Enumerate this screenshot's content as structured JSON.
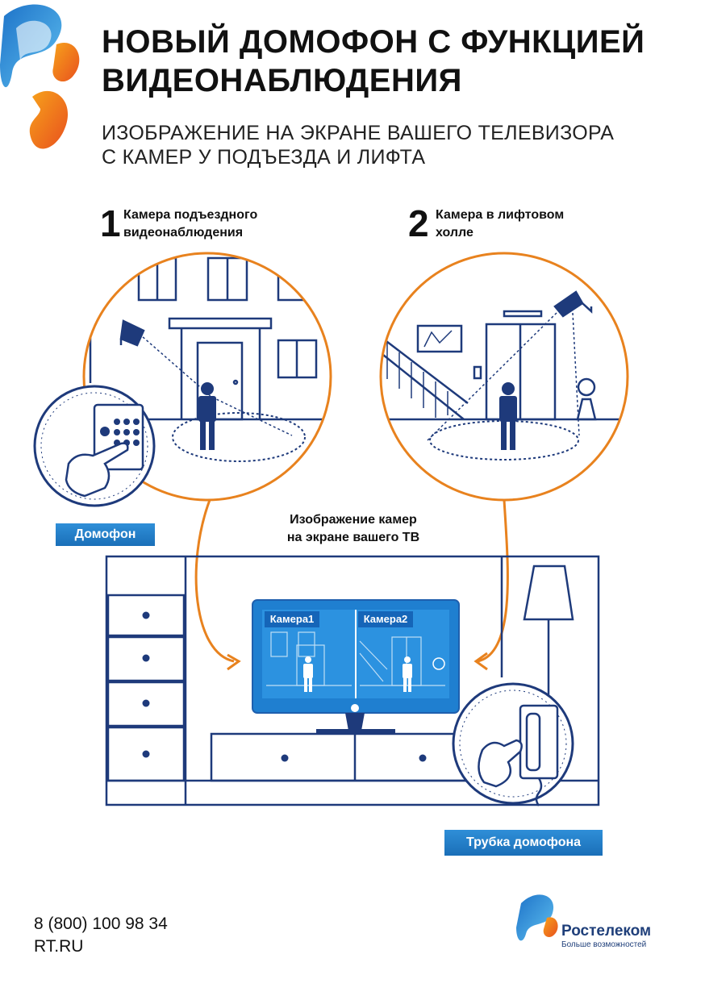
{
  "header": {
    "title_line1": "НОВЫЙ ДОМОФОН С ФУНКЦИЕЙ",
    "title_line2": "ВИДЕОНАБЛЮДЕНИЯ",
    "subtitle_line1": "ИЗОБРАЖЕНИЕ НА ЭКРАНЕ ВАШЕГО ТЕЛЕВИЗОРА",
    "subtitle_line2": "С КАМЕР У ПОДЪЕЗДА И ЛИФТА"
  },
  "steps": [
    {
      "number": "1",
      "line1": "Камера подъездного",
      "line2": "видеонаблюдения"
    },
    {
      "number": "2",
      "line1": "Камера в лифтовом",
      "line2": "холле"
    }
  ],
  "labels": {
    "intercom": "Домофон",
    "handset": "Трубка домофона",
    "tv_caption_line1": "Изображение камер",
    "tv_caption_line2": "на экране вашего ТВ"
  },
  "tv_screen": {
    "camera1": "Камера1",
    "camera2": "Камера2"
  },
  "contacts": {
    "phone": "8 (800) 100 98 34",
    "site": "RT.RU"
  },
  "brand": {
    "name": "Ростелеком",
    "tagline": "Больше возможностей"
  },
  "colors": {
    "navy": "#1e3a7b",
    "orange": "#e8821e",
    "blue": "#1f7fd0"
  }
}
